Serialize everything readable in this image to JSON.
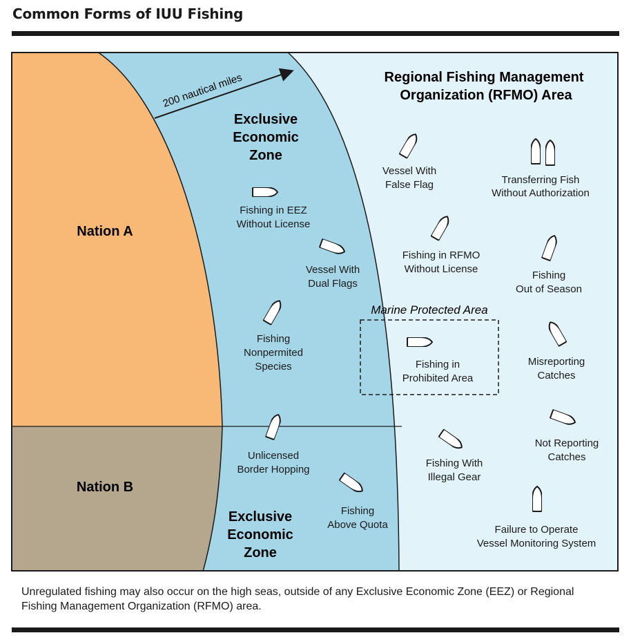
{
  "title": "Common Forms of IUU Fishing",
  "colors": {
    "nation_a": "#f8b977",
    "nation_b": "#b5a68e",
    "eez": "#a5d6e8",
    "rfmo": "#e3f3fa",
    "outline": "#1a1a1a"
  },
  "diagram": {
    "distance_label": "200 nautical miles",
    "nation_a": "Nation A",
    "nation_b": "Nation B",
    "eez_top": [
      "Exclusive",
      "Economic",
      "Zone"
    ],
    "eez_bottom": [
      "Exclusive",
      "Economic",
      "Zone"
    ],
    "rfmo_title": [
      "Regional Fishing Management",
      "Organization (RFMO) Area"
    ],
    "mpa_label": "Marine Protected Area",
    "activities": {
      "eez_no_license": [
        "Fishing in EEZ",
        "Without License"
      ],
      "dual_flags": [
        "Vessel With",
        "Dual Flags"
      ],
      "nonpermitted": [
        "Fishing",
        "Nonpermited",
        "Species"
      ],
      "border_hopping": [
        "Unlicensed",
        "Border Hopping"
      ],
      "above_quota": [
        "Fishing",
        "Above Quota"
      ],
      "false_flag": [
        "Vessel With",
        "False Flag"
      ],
      "transferring": [
        "Transferring Fish",
        "Without Authorization"
      ],
      "rfmo_no_license": [
        "Fishing in RFMO",
        "Without License"
      ],
      "out_of_season": [
        "Fishing",
        "Out of Season"
      ],
      "prohibited_area": [
        "Fishing in",
        "Prohibited Area"
      ],
      "misreporting": [
        "Misreporting",
        "Catches"
      ],
      "not_reporting": [
        "Not Reporting",
        "Catches"
      ],
      "illegal_gear": [
        "Fishing With",
        "Illegal Gear"
      ],
      "vms": [
        "Failure to Operate",
        "Vessel Monitoring System"
      ]
    }
  },
  "footnote": "Unregulated fishing may also occur on the high seas, outside of any Exclusive Economic Zone (EEZ) or Regional Fishing Management Organization (RFMO) area."
}
